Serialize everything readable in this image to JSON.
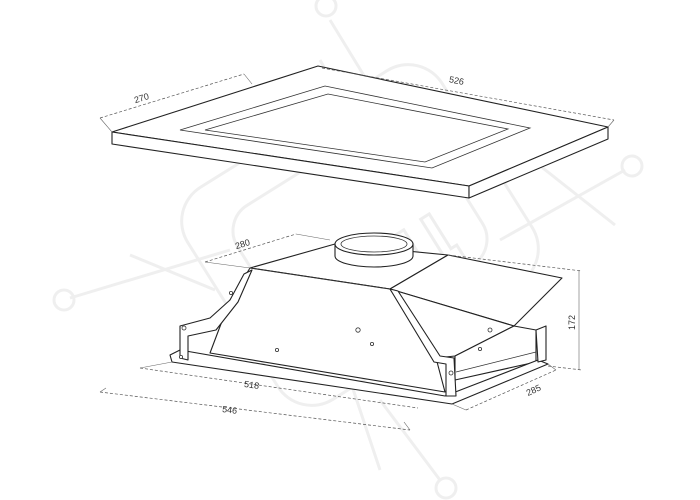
{
  "watermark": {
    "text": "КИЦ"
  },
  "frame_dimensions": {
    "depth": "270",
    "width": "526"
  },
  "hood_dimensions": {
    "inner_depth": "280",
    "height": "172",
    "depth": "285",
    "inner_width": "518",
    "width": "546"
  },
  "colors": {
    "line": "#222222",
    "watermark": "#efefef"
  }
}
